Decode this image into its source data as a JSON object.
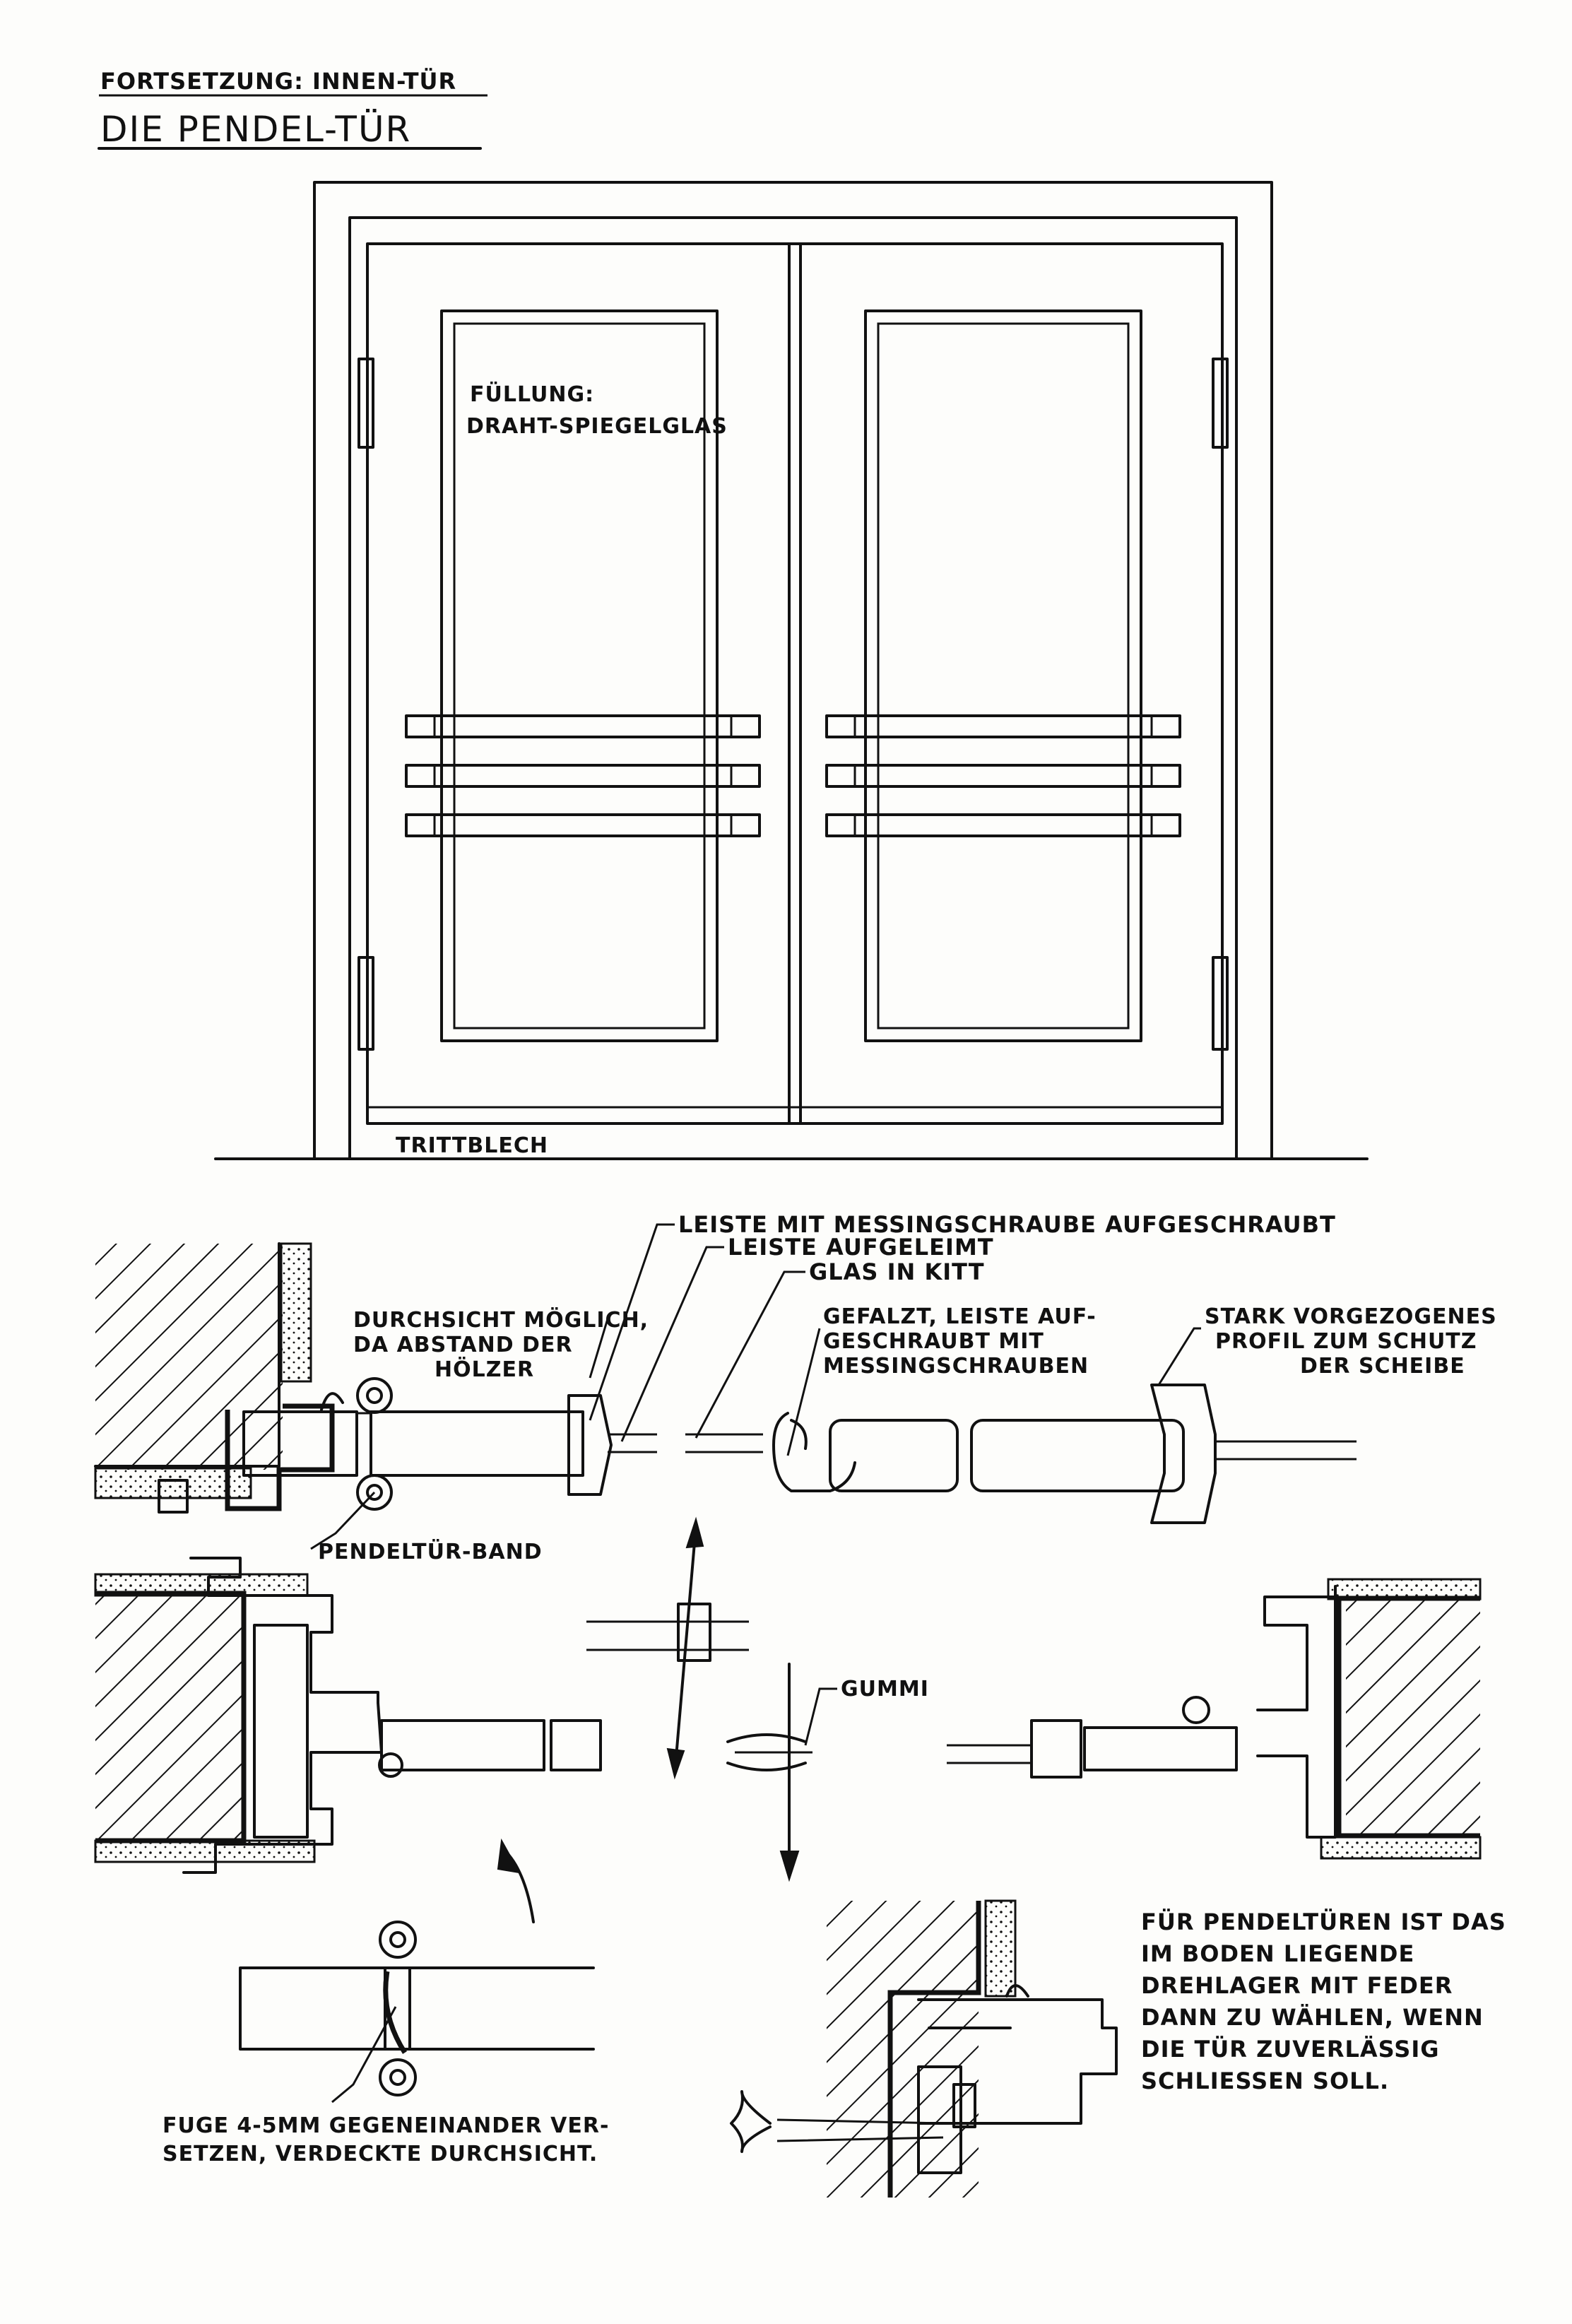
{
  "header": {
    "subtitle": "FORTSETZUNG: INNEN-TÜR",
    "title": "DIE PENDEL-TÜR"
  },
  "elevation": {
    "glass_label_line1": "FÜLLUNG:",
    "glass_label_line2": "DRAHT-SPIEGELGLAS",
    "kick_plate_label": "TRITTBLECH"
  },
  "details": {
    "leiste_messing": "LEISTE MIT MESSINGSCHRAUBE AUFGESCHRAUBT",
    "leiste_geleimt": "LEISTE AUFGELEIMT",
    "glas_kitt": "GLAS IN KITT",
    "durchsicht_1": "DURCHSICHT MÖGLICH,",
    "durchsicht_2": "DA ABSTAND DER",
    "durchsicht_3": "HÖLZER",
    "gefalzt_1": "GEFALZT, LEISTE AUF-",
    "gefalzt_2": "GESCHRAUBT MIT",
    "gefalzt_3": "MESSINGSCHRAUBEN",
    "profil_1": "STARK VORGEZOGENES",
    "profil_2": "PROFIL ZUM SCHUTZ",
    "profil_3": "DER SCHEIBE",
    "pendel_band": "PENDELTÜR-BAND",
    "gummi": "GUMMI",
    "fuge_1": "FUGE 4-5mm GEGENEINANDER VER-",
    "fuge_2": "SETZEN, VERDECKTE DURCHSICHT."
  },
  "note": {
    "line1": "FÜR PENDELTÜREN IST DAS",
    "line2": "IM BODEN LIEGENDE",
    "line3": "DREHLAGER MIT FEDER",
    "line4": "DANN ZU WÄHLEN, WENN",
    "line5": "DIE TÜR ZUVERLÄSSIG",
    "line6": "SCHLIESSEN SOLL."
  }
}
